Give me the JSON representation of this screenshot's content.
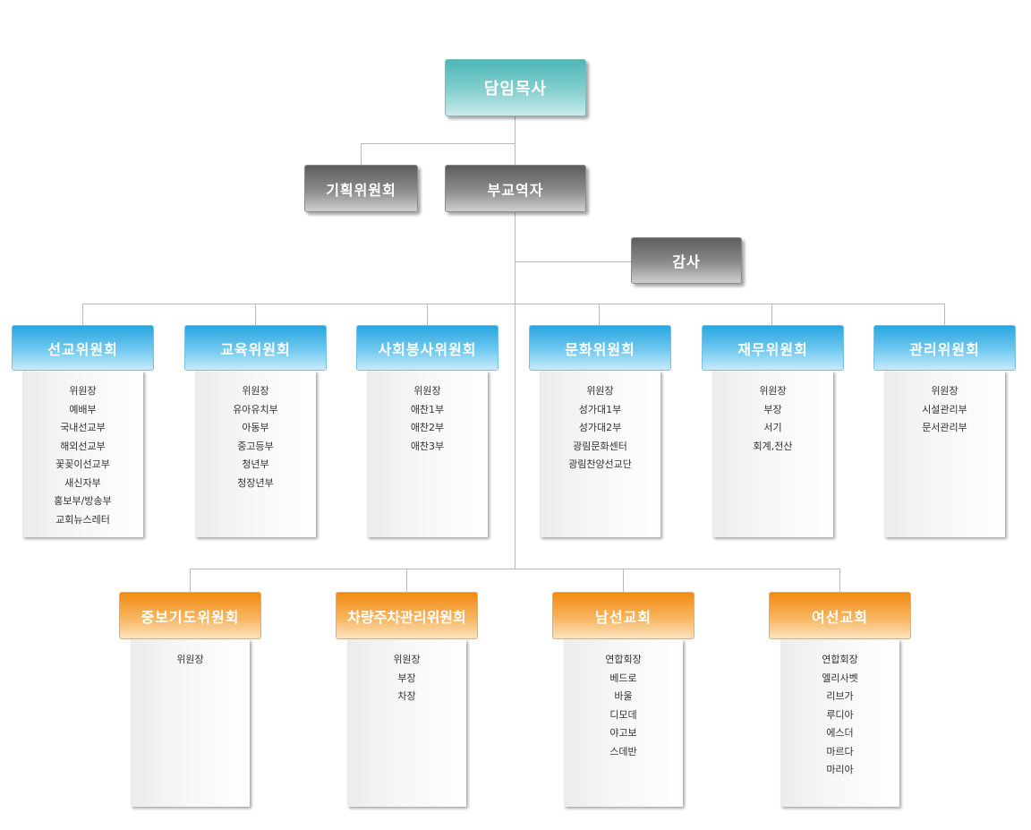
{
  "top": {
    "senior_pastor": "담임목사",
    "planning_committee": "기획위원회",
    "associate_pastors": "부교역자",
    "audit": "감사"
  },
  "committees_row1": [
    {
      "title": "선교위원회",
      "members": [
        "위원장",
        "예배부",
        "국내선교부",
        "해외선교부",
        "꽃꽂이선교부",
        "새신자부",
        "홍보부/방송부",
        "교회뉴스레터"
      ]
    },
    {
      "title": "교육위원회",
      "members": [
        "위원장",
        "유아유치부",
        "아동부",
        "중고등부",
        "청년부",
        "청장년부"
      ]
    },
    {
      "title": "사회봉사위원회",
      "members": [
        "위원장",
        "애찬1부",
        "애찬2부",
        "애찬3부"
      ]
    },
    {
      "title": "문화위원회",
      "members": [
        "위원장",
        "성가대1부",
        "성가대2부",
        "광림문화센터",
        "광림찬양선교단"
      ]
    },
    {
      "title": "재무위원회",
      "members": [
        "위원장",
        "부장",
        "서기",
        "회계,전산"
      ]
    },
    {
      "title": "관리위원회",
      "members": [
        "위원장",
        "시설관리부",
        "문서관리부"
      ]
    }
  ],
  "committees_row2": [
    {
      "title": "중보기도위원회",
      "members": [
        "위원장"
      ]
    },
    {
      "title": "차량주차관리위원회",
      "members": [
        "위원장",
        "부장",
        "차장"
      ]
    },
    {
      "title": "남선교회",
      "members": [
        "연합회장",
        "베드로",
        "바울",
        "디모데",
        "야고보",
        "스데반"
      ]
    },
    {
      "title": "여선교회",
      "members": [
        "연합회장",
        "엘리사벳",
        "리브가",
        "루디아",
        "에스더",
        "마르다",
        "마리아"
      ]
    }
  ],
  "colors": {
    "teal": "#4db8b8",
    "gray": "#6e6e6e",
    "blue": "#29a6e0",
    "orange": "#f28a14",
    "connector": "#b9b9b9"
  }
}
